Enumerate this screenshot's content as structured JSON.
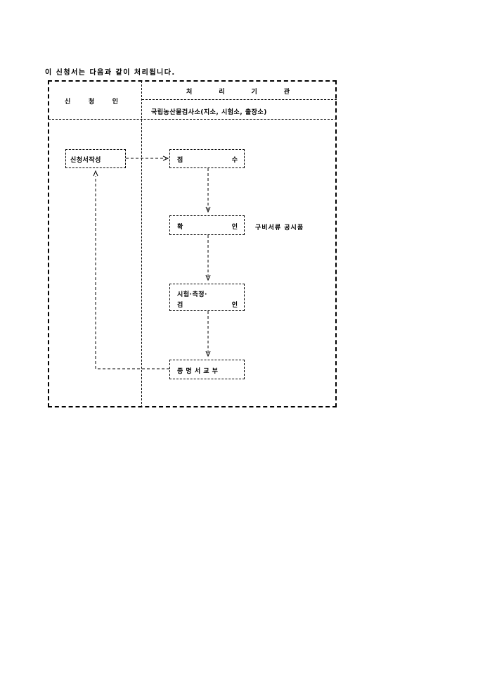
{
  "caption": "이 신청서는 다음과 같이 처리됩니다.",
  "header": {
    "applicant_col": [
      "신",
      "청",
      "인"
    ],
    "agency_col": [
      "처",
      "리",
      "기",
      "관"
    ],
    "agency_name": "국립농산물검사소(지소, 시험소, 출장소)"
  },
  "steps": {
    "application": "신청서작성",
    "receipt": [
      "접",
      "수"
    ],
    "confirm": [
      "확",
      "인"
    ],
    "inspection_line1": "시험·측정·",
    "inspection_line2": [
      "검",
      "인"
    ],
    "certificate": "증 명 서 교 부"
  },
  "confirm_note": "구비서류 공시품"
}
